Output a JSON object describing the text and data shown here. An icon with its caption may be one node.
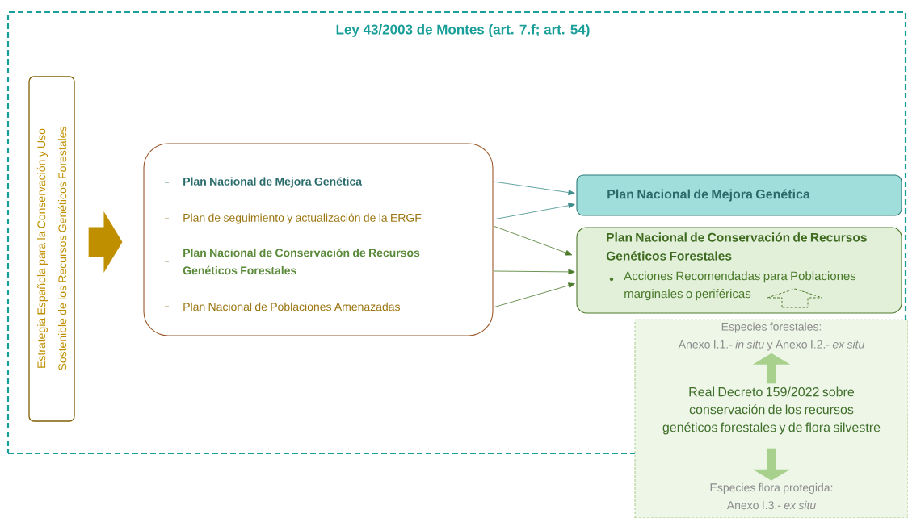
{
  "diagram": {
    "nodes": [
      {
        "text": [
          "Ley 43/2003 de Montes (art. 7.f; art. 54)"
        ]
      },
      {
        "text": [
          "Estrategia Española para la Conservación y Uso Sostenible de los Recursos Genéticos Forestales"
        ],
        "in": 0
      },
      {
        "text": [
          "Plan Nacional de Mejora Genética",
          "Plan de seguimiento y actualización de la ERGF",
          "Plan Nacional de Conservación de Recursos Genéticos Forestales",
          "Plan Nacional de Poblaciones Amenazadas"
        ],
        "in": 0
      },
      {
        "text": [
          "Plan Nacional de Mejora Genética"
        ],
        "in": 0
      },
      {
        "text": [
          "Plan Nacional de Conservación de Recursos Genéticos Forestales",
          "Acciones Recomendadas para Poblaciones marginales o periféricas"
        ],
        "in": 0
      },
      {
        "text": [],
        "shape": "box"
      },
      {
        "text": [
          "Especies forestales:",
          "Anexo I.1.- *in situ* y Anexo I.2.- *ex situ*"
        ]
      },
      {
        "text": [
          "Real Decreto 159/2022 sobre conservación de los recursos genéticos forestales y de flora silvestre"
        ]
      },
      {
        "text": [
          "Especies flora protegida:",
          "Anexo I.3.- *ex situ*"
        ],
        "in": 5
      }
    ],
    "edges": [
      {
        "from": 1,
        "to": 2,
        "arrow": "to",
        "style": "thick",
        "color": "#bf8f00"
      },
      {
        "from": 2,
        "to": 3,
        "arrow": "to",
        "color": "#3d8b8b"
      },
      {
        "from": 2,
        "to": 3,
        "arrow": "to",
        "color": "#3d8b8b"
      },
      {
        "from": 2,
        "to": 4,
        "arrow": "to"
      },
      {
        "from": 2,
        "to": 4,
        "arrow": "to"
      },
      {
        "from": 2,
        "to": 4,
        "arrow": "to"
      },
      {
        "from": 7,
        "to": 6,
        "arrow": "to",
        "style": "thick",
        "color": "#a9d18e"
      },
      {
        "from": 7,
        "to": 8,
        "arrow": "to",
        "style": "thick",
        "color": "#a9d18e"
      }
    ]
  }
}
